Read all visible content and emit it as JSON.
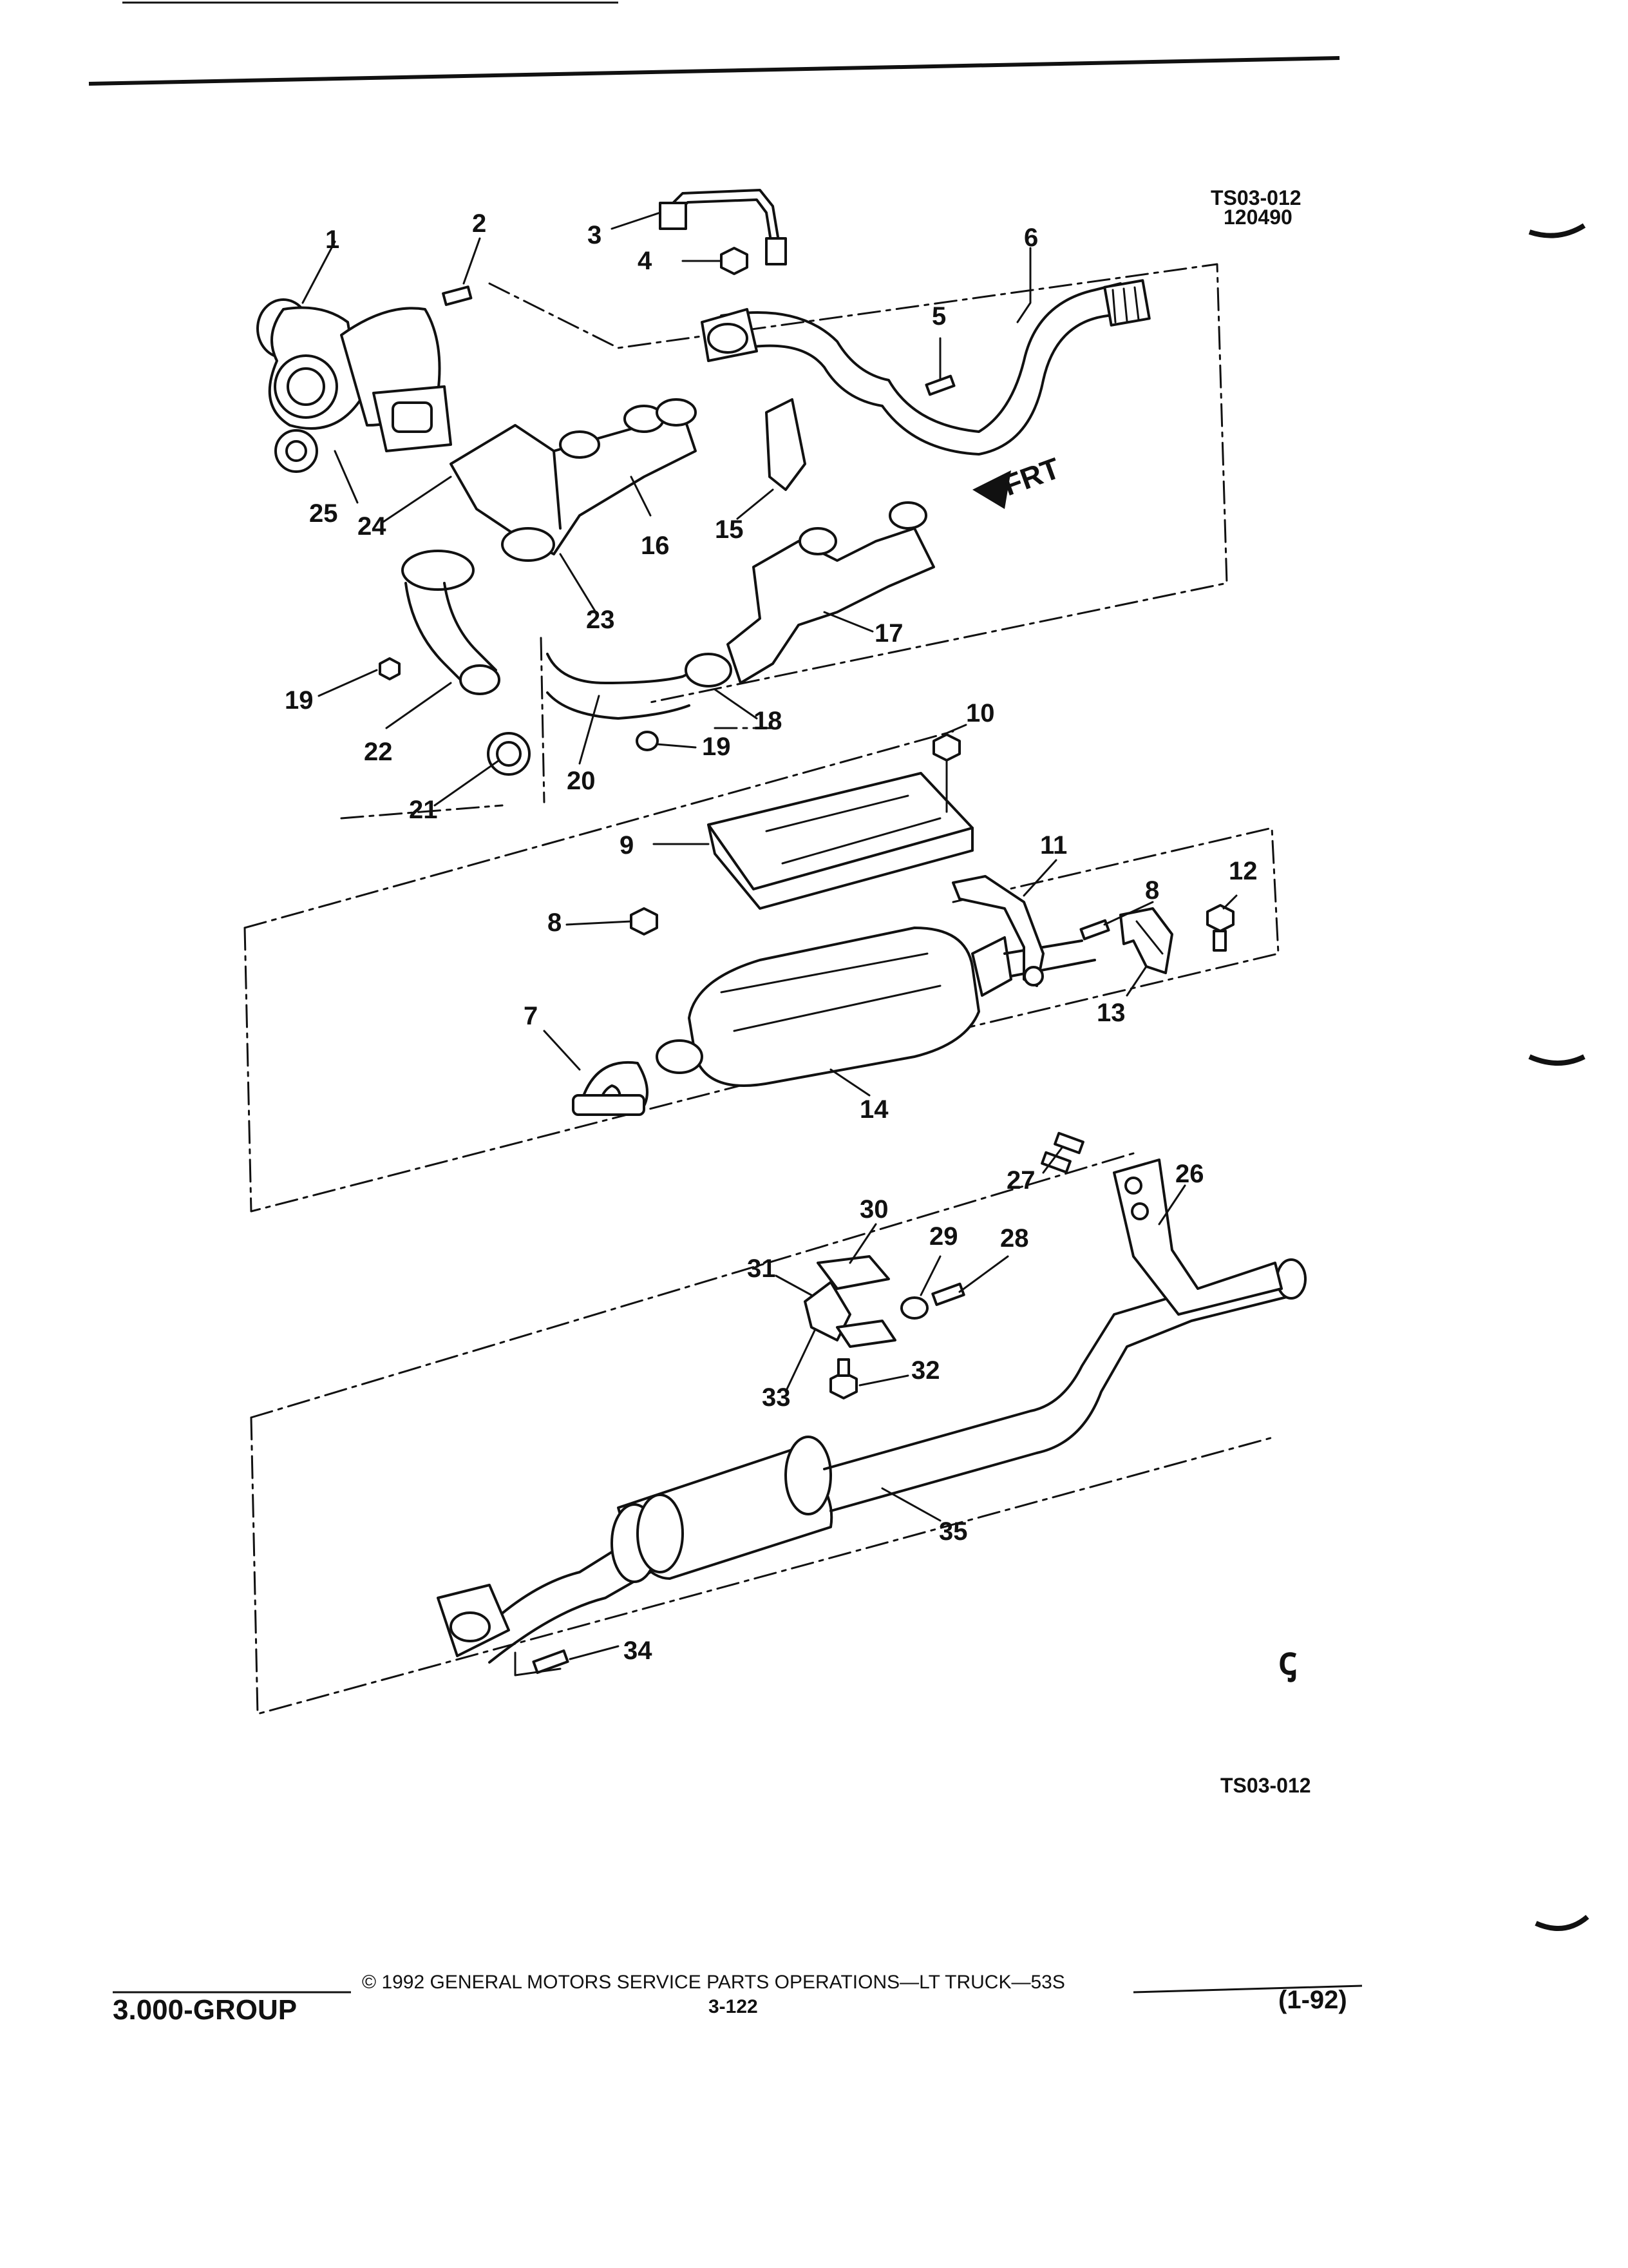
{
  "figure": {
    "ref_code": "TS03-012",
    "ref_date": "120490",
    "direction_label": "FRT",
    "bottom_ref_code": "TS03-012",
    "symbol": "ꞔ"
  },
  "callouts": [
    {
      "num": "1"
    },
    {
      "num": "2"
    },
    {
      "num": "3"
    },
    {
      "num": "4"
    },
    {
      "num": "5"
    },
    {
      "num": "6"
    },
    {
      "num": "25"
    },
    {
      "num": "24"
    },
    {
      "num": "16"
    },
    {
      "num": "15"
    },
    {
      "num": "23"
    },
    {
      "num": "17"
    },
    {
      "num": "19"
    },
    {
      "num": "22"
    },
    {
      "num": "21"
    },
    {
      "num": "20"
    },
    {
      "num": "18"
    },
    {
      "num": "19"
    },
    {
      "num": "10"
    },
    {
      "num": "9"
    },
    {
      "num": "11"
    },
    {
      "num": "8"
    },
    {
      "num": "12"
    },
    {
      "num": "8"
    },
    {
      "num": "13"
    },
    {
      "num": "7"
    },
    {
      "num": "14"
    },
    {
      "num": "27"
    },
    {
      "num": "26"
    },
    {
      "num": "30"
    },
    {
      "num": "29"
    },
    {
      "num": "28"
    },
    {
      "num": "31"
    },
    {
      "num": "32"
    },
    {
      "num": "33"
    },
    {
      "num": "35"
    },
    {
      "num": "34"
    }
  ],
  "footer": {
    "group": "3.000-GROUP",
    "copyright": "©  1992  GENERAL MOTORS SERVICE PARTS OPERATIONS—LT TRUCK—53S",
    "page": "3-122",
    "revision": "(1-92)"
  }
}
